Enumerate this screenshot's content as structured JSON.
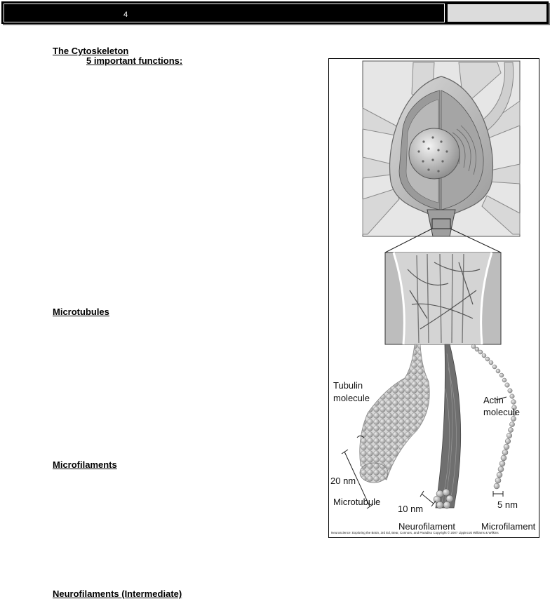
{
  "header": {
    "page_number": "4"
  },
  "sections": {
    "cytoskeleton_title": "The Cytoskeleton",
    "functions_subtitle": "5 important functions:",
    "microtubules": "Microtubules",
    "microfilaments": "Microfilaments",
    "neurofilaments": "Neurofilaments (Intermediate)"
  },
  "figure": {
    "labels": {
      "tubulin_line1": "Tubulin",
      "tubulin_line2": "molecule",
      "actin_line1": "Actin",
      "actin_line2": "molecule",
      "dim_20nm": "20 nm",
      "dim_10nm": "10 nm",
      "dim_5nm": "5 nm",
      "microtubule": "Microtubule",
      "neurofilament": "Neurofilament",
      "microfilament": "Microfilament"
    },
    "credit": "Neuroscience: Exploring the Brain, 3rd Ed, Bear, Connors, and Paradiso Copyright © 2007 Lippincott Williams & Wilkins"
  }
}
